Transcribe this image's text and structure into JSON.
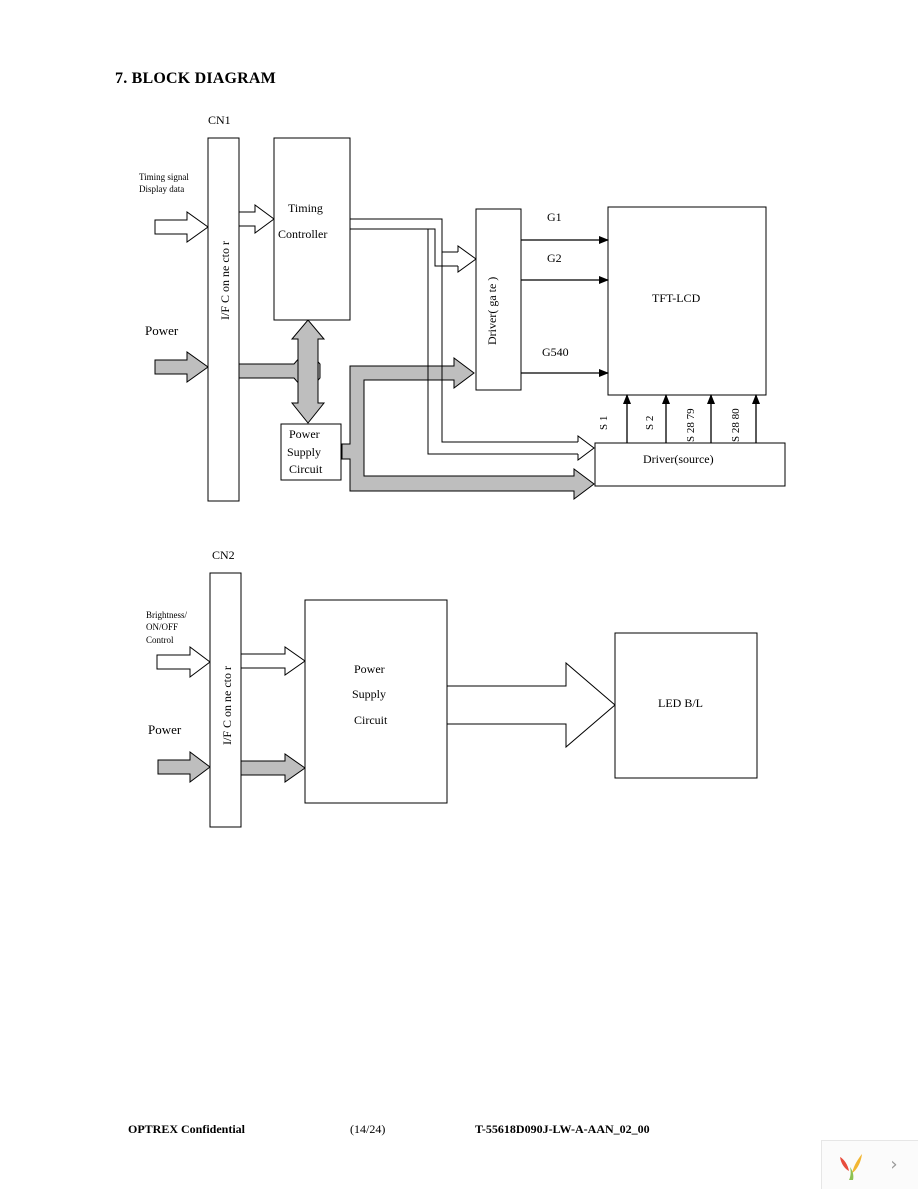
{
  "heading": "7. BLOCK DIAGRAM",
  "diagram1": {
    "connector_label": "CN1",
    "connector_text": "I/F C on ne cto r",
    "input1_line1": "Timing signal",
    "input1_line2": "Display data",
    "power_label": "Power",
    "timing_line1": "Timing",
    "timing_line2": "Controller",
    "gate_driver": "Driver( ga te )",
    "lcd": "TFT-LCD",
    "gates": [
      "G1",
      "G2",
      "G540"
    ],
    "sources": [
      "S 1",
      "S 2",
      "S 28 79",
      "S 28 80"
    ],
    "psc_line1": "Power",
    "psc_line2": "Supply",
    "psc_line3": "Circuit",
    "source_driver": "Driver(source)"
  },
  "diagram2": {
    "connector_label": "CN2",
    "connector_text": "I/F C on ne cto r",
    "input1_line1": "Brightness/",
    "input1_line2": "ON/OFF",
    "input1_line3": "Control",
    "power_label": "Power",
    "psc_line1": "Power",
    "psc_line2": "Supply",
    "psc_line3": "Circuit",
    "led": "LED B/L"
  },
  "footer": {
    "company": "OPTREX  Confidential",
    "page": "(14/24)",
    "doc_id": "T-55618D090J-LW-A-AAN_02_00"
  },
  "colors": {
    "bus_fill": "#bebebe",
    "line": "#000000"
  }
}
